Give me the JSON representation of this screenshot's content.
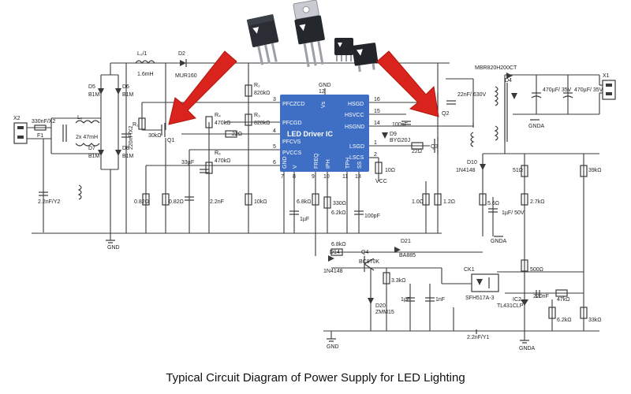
{
  "caption": "Typical Circuit Diagram of Power Supply for LED Lighting",
  "ic": {
    "title": "LED Driver IC",
    "pins_left": [
      "PFCZCD",
      "PFCGD",
      "PFCVS",
      "PVCCS"
    ],
    "pins_right": [
      "HSGD",
      "HSVCC",
      "HSGND",
      "LSGD",
      "LSCS"
    ],
    "pins_bottom": [
      "GND",
      "V",
      "FREQ",
      "IPH",
      "TPH",
      "SS"
    ],
    "pin_top": "Vs",
    "pin_numbers": [
      "12",
      "16",
      "15",
      "14",
      "1",
      "2",
      "3",
      "4",
      "5",
      "6",
      "7",
      "8",
      "9",
      "10",
      "11",
      "13"
    ]
  },
  "colors": {
    "ic_fill": "#3f6fc4",
    "arrow": "#d8241c",
    "wire": "#3a3a3a"
  },
  "labels": {
    "x2": "X2",
    "f1": "F1",
    "c_in": "330nF/X2",
    "l1": "L₁",
    "l_cm": "2x 47mH",
    "c_bulk": "220nF/X2",
    "l_pfc": "L₂/1",
    "l_pfc_val": "1.6mH",
    "d2": "D2",
    "mur": "MUR160",
    "d5": "D5",
    "d6": "D6",
    "d7": "D7",
    "d8": "D8",
    "b81": "B1M",
    "r1": "R₁",
    "r1v": "30kΩ",
    "q1": "Q1",
    "r2": "R₂",
    "r2v": "820kΩ",
    "r3": "R₃",
    "r3v": "820kΩ",
    "r4": "R₄",
    "r4v": "470kΩ",
    "r5v": "22Ω",
    "r6": "R₆",
    "r6v": "470kΩ",
    "c3": "33µF",
    "r7": "0.82Ω",
    "r8": "0.82Ω",
    "c4": "2.2nF/Y2",
    "c5": "2.2nF",
    "r9v": "10kΩ",
    "gnd_top": "GND",
    "gnd": "GND",
    "c6": "22nF/ 630V",
    "c7": "100nF",
    "d9": "D9",
    "byg": "BYG20J",
    "r10v": "22Ω",
    "r11v": "10Ω",
    "vcc": "VCC",
    "q2": "Q2",
    "q3": "Q3",
    "r12v": "6.8kΩ",
    "c8": "1µF",
    "r13v": "330Ω",
    "r14v": "6.2kΩ",
    "c9": "100pF",
    "r15v": "1.0Ω",
    "r16v": "1.2Ω",
    "mbr": "MBR820H200CT",
    "d4": "D4",
    "d10": "D10",
    "n4148": "1N4148",
    "r17v": "5.6Ω",
    "c10": "470µF/ 35V",
    "c11": "470µF/ 35V",
    "x1": "X1",
    "gnda": "GNDA",
    "r18v": "51Ω",
    "c12": "1µF/ 50V",
    "r19v": "2.7kΩ",
    "r20v": "39kΩ",
    "r21v": "6.8kΩ",
    "d21": "D21",
    "bas": "BA885",
    "d14": "D14",
    "q4": "Q4",
    "bc": "BC870K",
    "r22v": "3.3kΩ",
    "d20": "D20",
    "zmm": "ZMM15",
    "c13": "1µF",
    "c14": "1nF",
    "ck1": "CK1",
    "sfh": "SFH517A-3",
    "ic2": "IC2",
    "tl": "TL431CLP",
    "r23v": "500Ω",
    "c15": "220nF",
    "r24v": "47kΩ",
    "r25v": "6.2kΩ",
    "r26v": "33kΩ",
    "cy": "2.2nF/Y1"
  }
}
